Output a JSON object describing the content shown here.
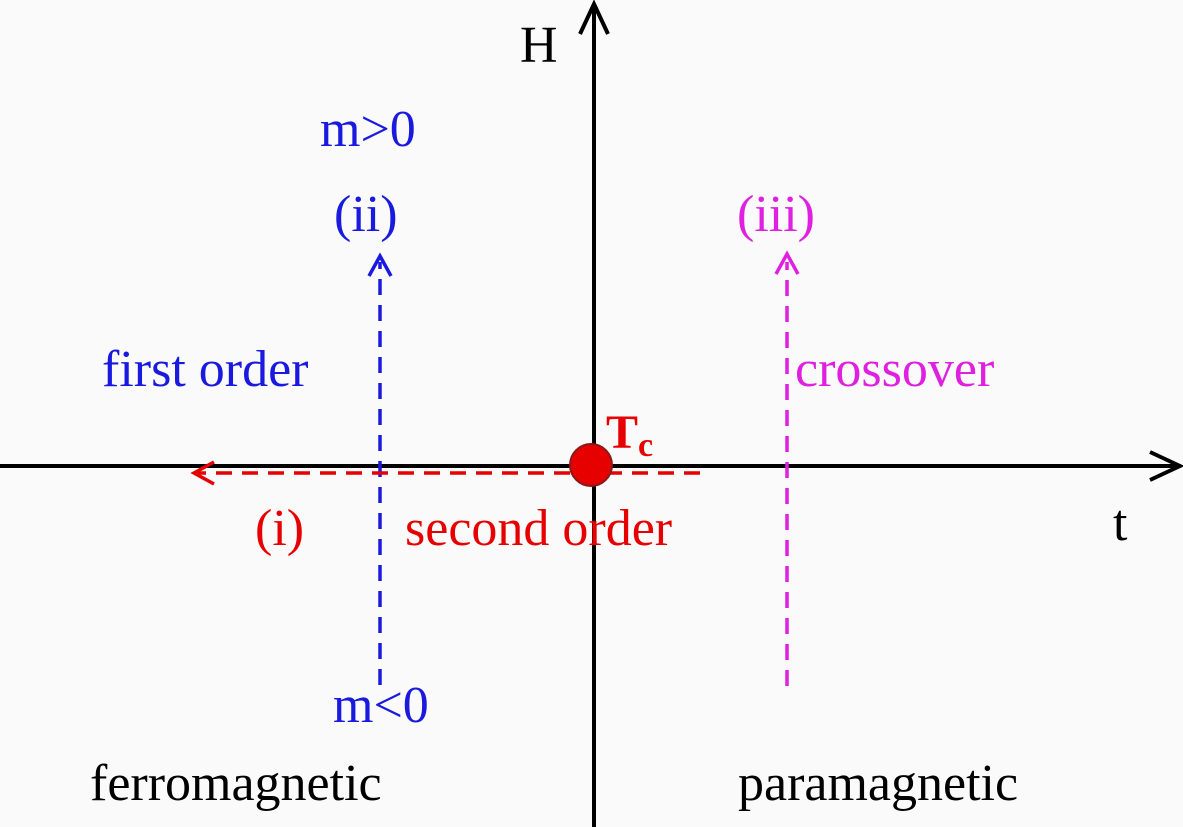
{
  "axes": {
    "y_label": "H",
    "x_label": "t"
  },
  "critical_point": {
    "label_main": "T",
    "label_sub": "c",
    "color": "#e60000"
  },
  "paths": {
    "first_order": {
      "label": "first order",
      "top_label": "m>0",
      "end_label": "(ii)",
      "bottom_label": "m<0",
      "color": "#1a1adf"
    },
    "second_order": {
      "label": "second order",
      "end_label": "(i)",
      "color": "#e60000"
    },
    "crossover": {
      "label": "crossover",
      "end_label": "(iii)",
      "color": "#e020e0"
    }
  },
  "phases": {
    "left": "ferromagnetic",
    "right": "paramagnetic"
  }
}
